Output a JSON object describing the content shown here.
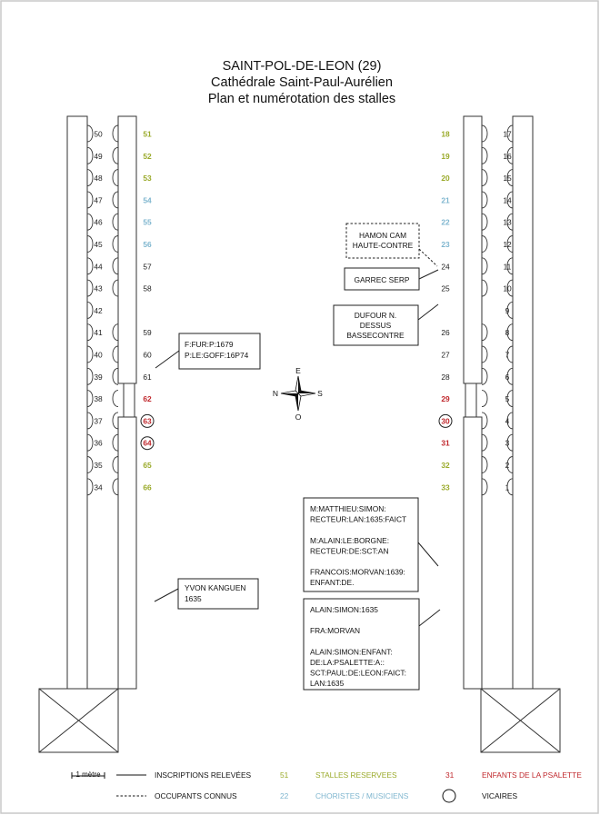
{
  "title": {
    "line1": "SAINT-POL-DE-LEON (29)",
    "line2": "Cathédrale Saint-Paul-Aurélien",
    "line3": "Plan et numérotation des stalles"
  },
  "colors": {
    "reserved": "#9aaa2a",
    "choristes": "#7fb6cf",
    "psalette": "#c0282d",
    "plain": "#222222"
  },
  "left_outer": [
    {
      "num": "50"
    },
    {
      "num": "49"
    },
    {
      "num": "48"
    },
    {
      "num": "47"
    },
    {
      "num": "46"
    },
    {
      "num": "45"
    },
    {
      "num": "44"
    },
    {
      "num": "43"
    },
    {
      "num": "42"
    },
    {
      "num": "41"
    },
    {
      "num": "40"
    },
    {
      "num": "39"
    },
    {
      "num": "38"
    },
    {
      "num": "37"
    },
    {
      "num": "36"
    },
    {
      "num": "35"
    },
    {
      "num": "34"
    }
  ],
  "left_inner_top": [
    {
      "num": "51",
      "cat": "reserved"
    },
    {
      "num": "52",
      "cat": "reserved"
    },
    {
      "num": "53",
      "cat": "reserved"
    },
    {
      "num": "54",
      "cat": "choristes"
    },
    {
      "num": "55",
      "cat": "choristes"
    },
    {
      "num": "56",
      "cat": "choristes"
    },
    {
      "num": "57",
      "cat": "plain"
    },
    {
      "num": "58",
      "cat": "plain"
    }
  ],
  "left_inner_bottom": [
    {
      "num": "59",
      "cat": "plain"
    },
    {
      "num": "60",
      "cat": "plain"
    },
    {
      "num": "61",
      "cat": "plain"
    },
    {
      "num": "62",
      "cat": "psalette"
    },
    {
      "num": "63",
      "cat": "psalette",
      "vicaire": true
    },
    {
      "num": "64",
      "cat": "psalette",
      "vicaire": true
    },
    {
      "num": "65",
      "cat": "reserved"
    },
    {
      "num": "66",
      "cat": "reserved"
    }
  ],
  "right_inner_top": [
    {
      "num": "18",
      "cat": "reserved"
    },
    {
      "num": "19",
      "cat": "reserved"
    },
    {
      "num": "20",
      "cat": "reserved"
    },
    {
      "num": "21",
      "cat": "choristes"
    },
    {
      "num": "22",
      "cat": "choristes"
    },
    {
      "num": "23",
      "cat": "choristes"
    },
    {
      "num": "24",
      "cat": "plain"
    },
    {
      "num": "25",
      "cat": "plain"
    }
  ],
  "right_inner_bottom": [
    {
      "num": "26",
      "cat": "plain"
    },
    {
      "num": "27",
      "cat": "plain"
    },
    {
      "num": "28",
      "cat": "plain"
    },
    {
      "num": "29",
      "cat": "psalette"
    },
    {
      "num": "30",
      "cat": "psalette",
      "vicaire": true
    },
    {
      "num": "31",
      "cat": "psalette"
    },
    {
      "num": "32",
      "cat": "reserved"
    },
    {
      "num": "33",
      "cat": "reserved"
    }
  ],
  "right_outer": [
    {
      "num": "17"
    },
    {
      "num": "16"
    },
    {
      "num": "15"
    },
    {
      "num": "14"
    },
    {
      "num": "13"
    },
    {
      "num": "12"
    },
    {
      "num": "11"
    },
    {
      "num": "10"
    },
    {
      "num": "9"
    },
    {
      "num": "8"
    },
    {
      "num": "7"
    },
    {
      "num": "6"
    },
    {
      "num": "5"
    },
    {
      "num": "4"
    },
    {
      "num": "3"
    },
    {
      "num": "2"
    },
    {
      "num": "1"
    }
  ],
  "annotations": {
    "furgoff": [
      "F:FUR:P:1679",
      "P:LE:GOFF:16P74"
    ],
    "kanguen": [
      "YVON KANGUEN",
      "1635"
    ],
    "hamon": [
      "HAMON CAM",
      "HAUTE-CONTRE"
    ],
    "garrec": [
      "GARREC SERP"
    ],
    "dufour": [
      "DUFOUR N.",
      "DESSUS",
      "BASSECONTRE"
    ],
    "matthieu": [
      "M:MATTHIEU:SIMON:",
      "RECTEUR:LAN:1635:FAICT",
      "",
      "M:ALAIN:LE:BORGNE:",
      "RECTEUR:DE:SCT:AN",
      "",
      "FRANCOIS:MORVAN:1639:",
      "ENFANT:DE."
    ],
    "alain": [
      "ALAIN:SIMON:1635",
      "",
      "FRA:MORVAN",
      "",
      "ALAIN:SIMON:ENFANT:",
      "DE:LA:PSALETTE:A::",
      "SCT:PAUL:DE:LEON:FAICT:",
      "LAN:1635"
    ]
  },
  "compass": {
    "n": "N",
    "e": "E",
    "s": "S",
    "o": "O"
  },
  "legend": {
    "scale": "1 mètre",
    "inscriptions": "INSCRIPTIONS RELEVÉES",
    "occupants": "OCCUPANTS CONNUS",
    "reserved_num": "51",
    "reserved_label": "STALLES RESERVEES",
    "choristes_num": "22",
    "choristes_label": "CHORISTES / MUSICIENS",
    "psalette_num": "31",
    "psalette_label": "ENFANTS DE LA PSALETTE",
    "vicaires_label": "VICAIRES"
  }
}
